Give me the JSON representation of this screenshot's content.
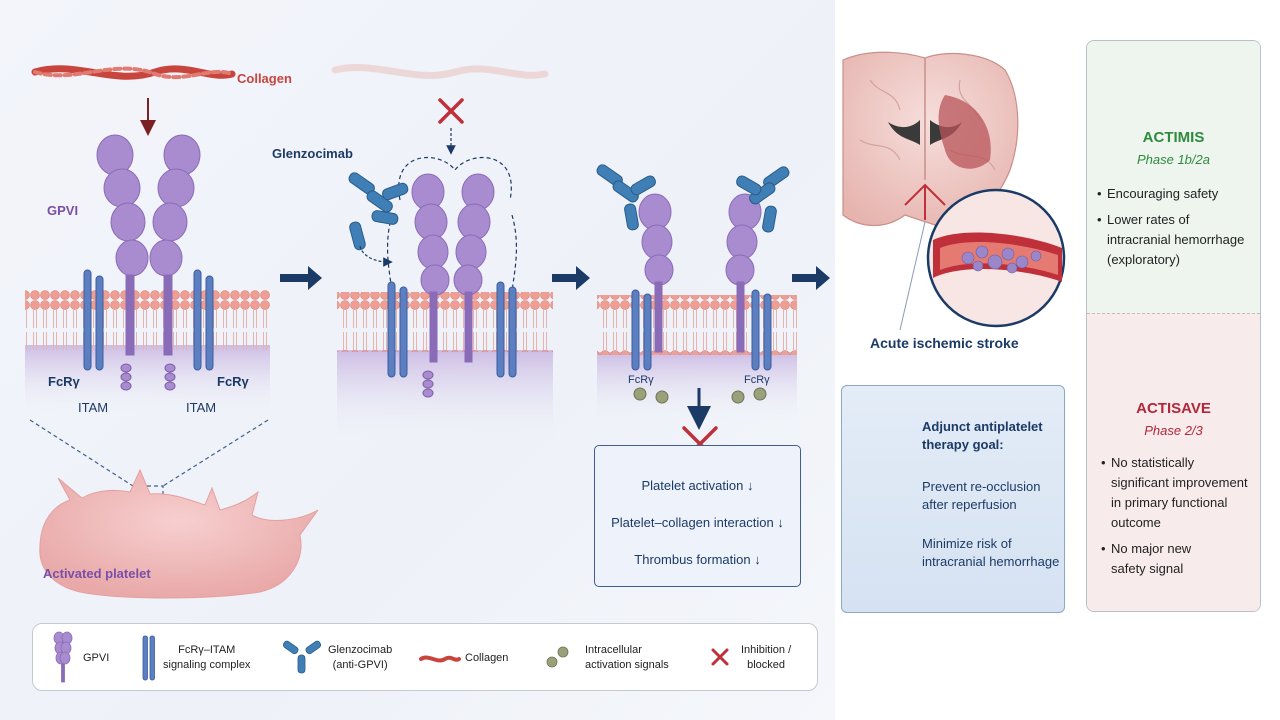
{
  "panel1": {
    "collagen_label": "Collagen",
    "gpvi_label": "GPVI",
    "fcry_left": "FcRγ",
    "fcry_right": "FcRγ",
    "itam_left": "ITAM",
    "itam_right": "ITAM",
    "platelet_label": "Activated platelet"
  },
  "panel2": {
    "glenzocimab_label": "Glenzocimab"
  },
  "panel3": {
    "fcry_left": "FcRγ",
    "fcry_right": "FcRγ",
    "effects": [
      "Platelet activation ↓",
      "Platelet–collagen interaction ↓",
      "Thrombus formation ↓"
    ]
  },
  "stroke": {
    "label": "Acute ischemic stroke"
  },
  "therapy": {
    "title_line1": "Adjunct antiplatelet",
    "title_line2": "therapy goal:",
    "item1_line1": "Prevent re-occlusion",
    "item1_line2": "after reperfusion",
    "item2_line1": "Minimize risk of",
    "item2_line2": "intracranial hemorrhage"
  },
  "trials": {
    "actimis": {
      "name": "ACTIMIS",
      "phase": "Phase 1b/2a",
      "bullet1": "Encouraging safety",
      "bullet2_lines": [
        "Lower rates of",
        "intracranial hemorrhage",
        "(exploratory)"
      ]
    },
    "actisave": {
      "name": "ACTISAVE",
      "phase": "Phase 2/3",
      "bullet1_lines": [
        "No statistically",
        "significant improvement",
        "in primary functional",
        "outcome"
      ],
      "bullet2_lines": [
        "No major new",
        "safety signal"
      ]
    }
  },
  "legend": {
    "gpvi": "GPVI",
    "fcry_line1": "FcRγ–ITAM",
    "fcry_line2": "signaling complex",
    "glenz_line1": "Glenzocimab",
    "glenz_line2": "(anti-GPVI)",
    "collagen": "Collagen",
    "signals_line1": "Intracellular",
    "signals_line2": "activation signals",
    "inhib_line1": "Inhibition /",
    "inhib_line2": "blocked"
  },
  "colors": {
    "navy": "#1b3a66",
    "gpvi_purple": "#a98bd0",
    "fcry_blue": "#5b7fc0",
    "antibody_blue": "#3f7fb5",
    "collagen_red": "#c8453e",
    "inhibit_red": "#c0303a",
    "actimis_green": "#2f8a3e",
    "actisave_red": "#b3273a"
  },
  "icons": {
    "actimis": "shield-check-icon",
    "actisave": "shield-exclamation-icon"
  }
}
